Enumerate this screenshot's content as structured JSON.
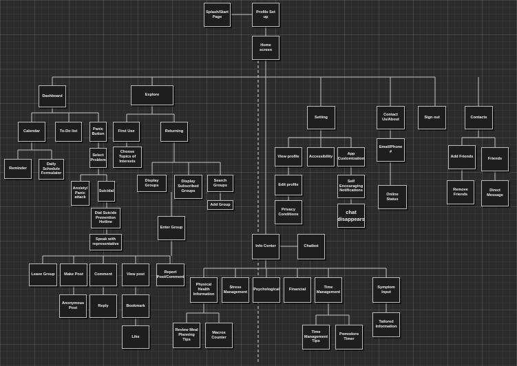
{
  "nodes": {
    "splash": "Splash/Start Page",
    "profile_setup": "Profile Set up",
    "home": "Home screen",
    "dashboard": "Dashboard",
    "explore": "Explore",
    "setting": "Setting",
    "contact_us": "Contact Us/About",
    "sign_out": "Sign out",
    "contacts": "Contacts",
    "calendar": "Calendar",
    "todo": "To-Do list",
    "panic_button": "Panic Button",
    "reminder": "Reminder",
    "daily_schedule": "Daily Schedule Formulator",
    "select_problem": "Select Problem",
    "anxiety": "Anxiety/ Panic attack",
    "suicidal": "Suicidal",
    "dial_hotline": "Dial Suicide Prevention Hotline",
    "speak_rep": "Speak with representative",
    "first_use": "First Use",
    "returning": "Returning",
    "choose_topics": "Choose Topics of Interests",
    "display_groups": "Display Groups",
    "display_subscribed": "Display Subscribed Groups",
    "search_groups": "Search Groups",
    "add_group": "Add Group",
    "enter_group": "Enter Group",
    "leave_group": "Leave Group",
    "make_post": "Make Post",
    "comment": "Comment",
    "view_post": "View post",
    "report": "Report Post/Comment",
    "anonymous_post": "Anonymous Post",
    "reply": "Reply",
    "bookmark": "Bookmark",
    "like": "Like",
    "view_profile": "View profile",
    "accessibility": "Accessibility",
    "app_custom": "App Customization",
    "edit_profile": "Edit profile",
    "self_encouraging": "Self Encouraging Notifications",
    "privacy": "Privacy Conditions",
    "chat_disappears": "chat disappears",
    "email_phone": "Email/Phone #",
    "online_status": "Online Status",
    "add_friends": "Add Friends",
    "friends": "Friends",
    "remove_friends": "Remove Friends",
    "direct_message": "Direct Message",
    "info_center": "Info Center",
    "chatbot": "Chatbot",
    "physical_health": "Physical Health Information",
    "stress": "Stress Management",
    "psychological": "Psychological",
    "financial": "Financial",
    "time_mgmt": "Time Management",
    "symptom_input": "Symptom Input",
    "tailored_info": "Tailored Information",
    "review_meal": "Review Meal Planning Tips",
    "macros": "Macros Counter",
    "time_mgmt_tips": "Time Management Tips",
    "pomodoro": "Pomodoro Timer"
  },
  "colors": {
    "background": "#2b2b2b",
    "node_fill": "#1e1e1e",
    "node_border": "#bdbdbd",
    "text": "#f0f0f0",
    "line": "#c8c8c8"
  }
}
